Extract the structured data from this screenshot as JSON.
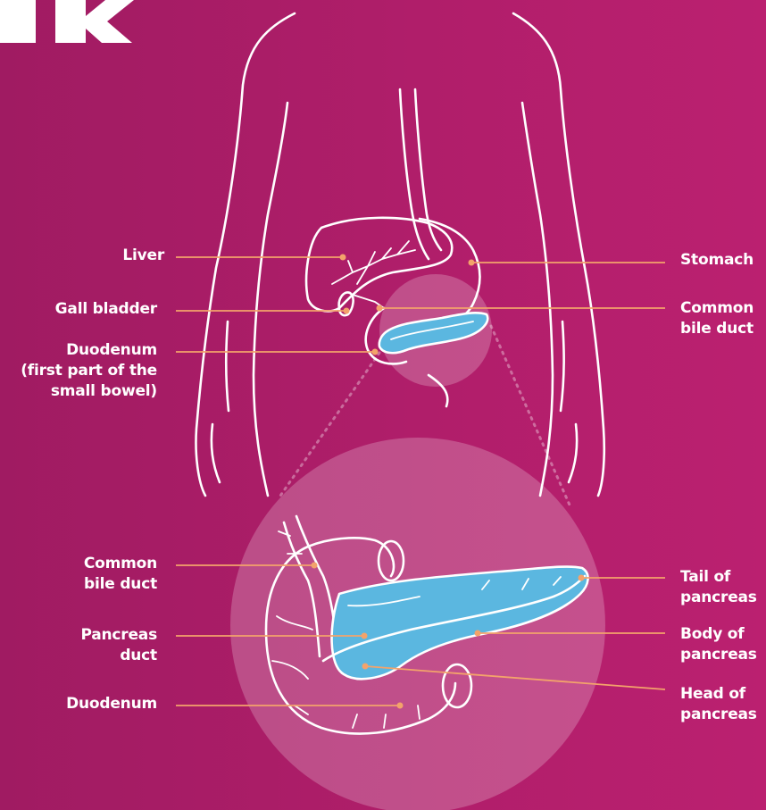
{
  "colors": {
    "background": "#b01e6a",
    "outline": "#ffffff",
    "pancreas": "#5bb7e0",
    "leader": "#f3a36b",
    "zoom_circle": "rgba(255,255,255,0.22)"
  },
  "logo": {
    "text": "CR"
  },
  "labels": {
    "liver": "Liver",
    "gall_bladder": "Gall bladder",
    "duodenum_top": "Duodenum\n(first part of the\nsmall bowel)",
    "stomach": "Stomach",
    "common_bile_duct_top": "Common\nbile duct",
    "common_bile_duct_bottom": "Common\nbile duct",
    "pancreas_duct": "Pancreas\nduct",
    "duodenum_bottom": "Duodenum",
    "tail_of_pancreas": "Tail of\npancreas",
    "body_of_pancreas": "Body of\npancreas",
    "head_of_pancreas": "Head of\npancreas"
  }
}
